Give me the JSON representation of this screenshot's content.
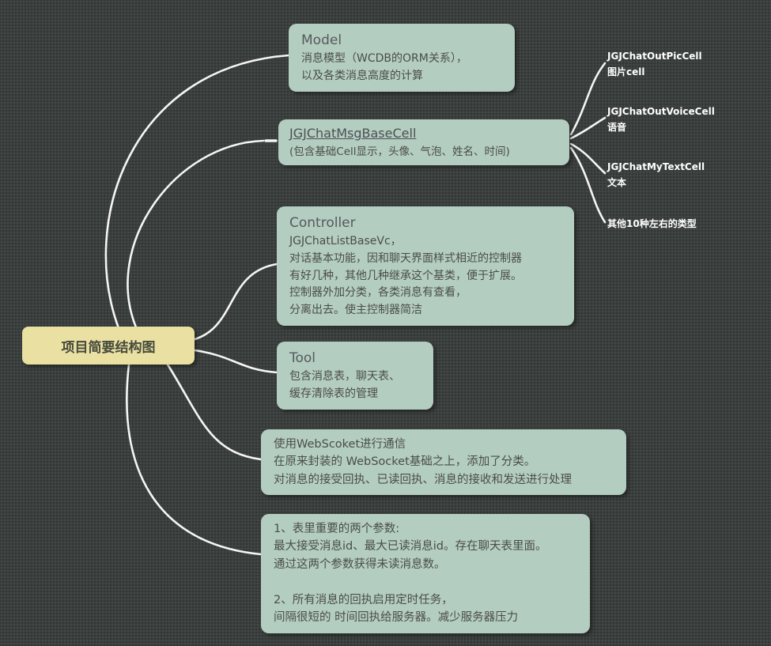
{
  "colors": {
    "background": "#3b403e",
    "branch_node": "#b4cdc1",
    "root_node": "#e9e0a1",
    "edge": "#f6f6f3",
    "node_text": "#4a4d49",
    "leaf_text": "#ffffff"
  },
  "root": {
    "label": "项目简要结构图"
  },
  "nodes": {
    "model": {
      "title": "Model",
      "lines": [
        "消息模型（WCDB的ORM关系），",
        "以及各类消息高度的计算"
      ]
    },
    "base_cell": {
      "title": "JGJChatMsgBaseCell",
      "subtitle": "(包含基础Cell显示，头像、气泡、姓名、时间)"
    },
    "controller": {
      "title": "Controller",
      "lines": [
        "JGJChatListBaseVc，",
        "对话基本功能，因和聊天界面样式相近的控制器",
        "有好几种，其他几种继承这个基类，便于扩展。",
        "控制器外加分类，各类消息有查看，",
        "分离出去。使主控制器简洁"
      ]
    },
    "tool": {
      "title": "Tool",
      "lines": [
        "包含消息表，聊天表、",
        "缓存清除表的管理"
      ]
    },
    "websocket": {
      "lines": [
        "使用WebScoket进行通信",
        "在原来封装的 WebSocket基础之上，添加了分类。",
        "对消息的接受回执、已读回执、消息的接收和发送进行处理"
      ]
    },
    "params": {
      "lines": [
        "1、表里重要的两个参数:",
        "最大接受消息id、最大已读消息id。存在聊天表里面。",
        "通过这两个参数获得未读消息数。",
        "",
        "2、所有消息的回执启用定时任务，",
        "间隔很短的 时间回执给服务器。减少服务器压力"
      ]
    }
  },
  "leaf_labels": [
    {
      "name": "JGJChatOutPicCell",
      "desc": "图片cell"
    },
    {
      "name": "JGJChatOutVoiceCell",
      "desc": "语音"
    },
    {
      "name": "JGJChatMyTextCell",
      "desc": "文本"
    },
    {
      "name": "其他10种左右的类型",
      "desc": ""
    }
  ]
}
